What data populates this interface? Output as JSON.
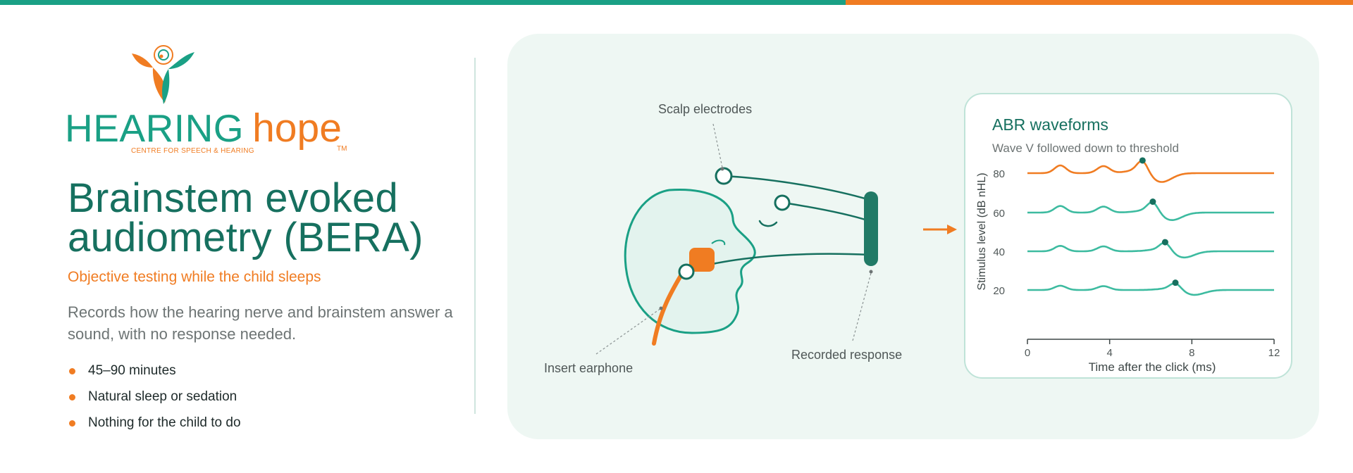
{
  "colors": {
    "teal": "#1aa085",
    "dark_teal": "#16705f",
    "orange": "#f07c22",
    "panel_bg": "#eef7f3",
    "card_border": "#bfe3d8",
    "text_gray": "#6d7474",
    "text_dark": "#1e2a2a",
    "light_wave": "#3dbba0",
    "divider": "#cfe5de"
  },
  "logo": {
    "word_hearing": "HEARING",
    "word_hope": "hope",
    "tagline": "CENTRE FOR SPEECH & HEARING",
    "trademark": "TM"
  },
  "title": "Brainstem evoked audiometry (BERA)",
  "subtitle": "Objective testing while the child sleeps",
  "description": "Records how the hearing nerve and brainstem answer a sound, with no response needed.",
  "bullets": [
    "45–90 minutes",
    "Natural sleep or sedation",
    "Nothing for the child to do"
  ],
  "diagram": {
    "label_electrodes": "Scalp electrodes",
    "label_earphone": "Insert earphone",
    "label_response": "Recorded response"
  },
  "chart_data": {
    "type": "line",
    "title": "ABR waveforms",
    "subtitle": "Wave V followed down to threshold",
    "xlabel": "Time after the click (ms)",
    "ylabel": "Stimulus level (dB nHL)",
    "xlim": [
      0,
      12
    ],
    "x_ticks": [
      "0",
      "4",
      "8",
      "12"
    ],
    "y_ticks": [
      "80",
      "60",
      "40",
      "20"
    ],
    "grid": false,
    "series": [
      {
        "level": "80",
        "wave_v_ms": 5.6,
        "color": "#f07c22"
      },
      {
        "level": "60",
        "wave_v_ms": 6.1,
        "color": "#3dbba0"
      },
      {
        "level": "40",
        "wave_v_ms": 6.7,
        "color": "#3dbba0"
      },
      {
        "level": "20",
        "wave_v_ms": 7.2,
        "color": "#3dbba0"
      }
    ]
  }
}
